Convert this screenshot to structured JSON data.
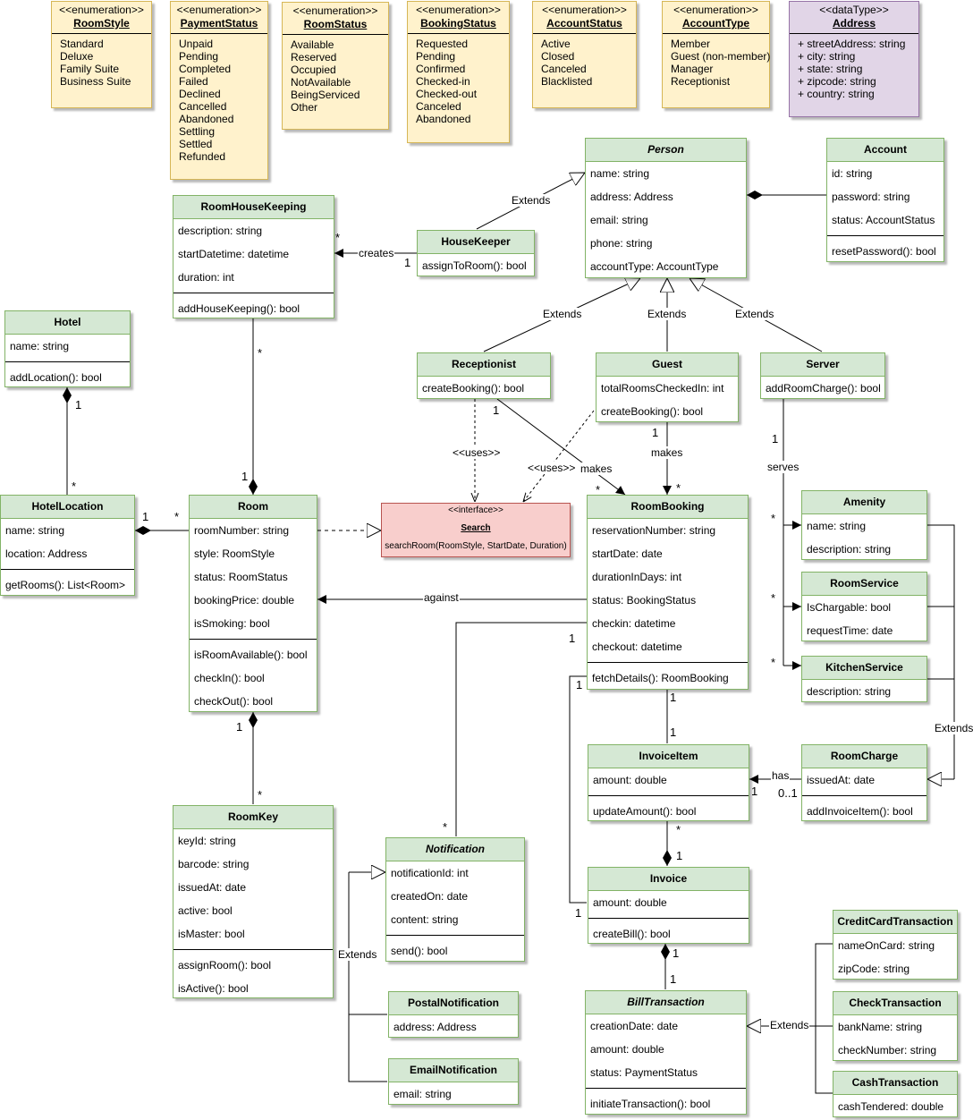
{
  "enumerations": [
    {
      "stereotype": "<<enumeration>>",
      "name": "RoomStyle",
      "values": [
        "Standard",
        "Deluxe",
        "Family Suite",
        "Business Suite"
      ]
    },
    {
      "stereotype": "<<enumeration>>",
      "name": "PaymentStatus",
      "values": [
        "Unpaid",
        "Pending",
        "Completed",
        "Failed",
        "Declined",
        "Cancelled",
        "Abandoned",
        "Settling",
        "Settled",
        "Refunded"
      ]
    },
    {
      "stereotype": "<<enumeration>>",
      "name": "RoomStatus",
      "values": [
        "Available",
        "Reserved",
        "Occupied",
        "NotAvailable",
        "BeingServiced",
        "Other"
      ]
    },
    {
      "stereotype": "<<enumeration>>",
      "name": "BookingStatus",
      "values": [
        "Requested",
        "Pending",
        "Confirmed",
        "Checked-in",
        "Checked-out",
        "Canceled",
        "Abandoned"
      ]
    },
    {
      "stereotype": "<<enumeration>>",
      "name": "AccountStatus",
      "values": [
        "Active",
        "Closed",
        "Canceled",
        "Blacklisted"
      ]
    },
    {
      "stereotype": "<<enumeration>>",
      "name": "AccountType",
      "values": [
        "Member",
        "Guest (non-member)",
        "Manager",
        "Receptionist"
      ]
    },
    {
      "stereotype": "<<dataType>>",
      "name": "Address",
      "values": [
        "+ streetAddress: string",
        "+ city: string",
        "+ state: string",
        "+ zipcode: string",
        "+ country: string"
      ]
    }
  ],
  "classes": {
    "person": {
      "name": "Person",
      "attrs": [
        "name: string",
        "address: Address",
        "email: string",
        "phone: string",
        "accountType: AccountType"
      ],
      "ops": []
    },
    "account": {
      "name": "Account",
      "attrs": [
        "id: string",
        "password: string",
        "status: AccountStatus"
      ],
      "ops": [
        "resetPassword(): bool"
      ]
    },
    "housekeeper": {
      "name": "HouseKeeper",
      "attrs": [],
      "ops": [
        "assignToRoom(): bool"
      ]
    },
    "roomhousekeeping": {
      "name": "RoomHouseKeeping",
      "attrs": [
        "description: string",
        "startDatetime: datetime",
        "duration: int"
      ],
      "ops": [
        "addHouseKeeping(): bool"
      ]
    },
    "hotel": {
      "name": "Hotel",
      "attrs": [
        "name: string"
      ],
      "ops": [
        "addLocation(): bool"
      ]
    },
    "hotellocation": {
      "name": "HotelLocation",
      "attrs": [
        "name: string",
        "location: Address"
      ],
      "ops": [
        "getRooms(): List<Room>"
      ]
    },
    "receptionist": {
      "name": "Receptionist",
      "attrs": [],
      "ops": [
        "createBooking(): bool"
      ]
    },
    "guest": {
      "name": "Guest",
      "attrs": [
        "totalRoomsCheckedIn: int",
        "createBooking(): bool"
      ],
      "ops": []
    },
    "server": {
      "name": "Server",
      "attrs": [],
      "ops": [
        "addRoomCharge(): bool"
      ]
    },
    "room": {
      "name": "Room",
      "attrs": [
        "roomNumber: string",
        "style: RoomStyle",
        "status: RoomStatus",
        "bookingPrice: double",
        "isSmoking: bool"
      ],
      "ops": [
        "isRoomAvailable(): bool",
        "checkIn(): bool",
        "checkOut(): bool"
      ]
    },
    "roombooking": {
      "name": "RoomBooking",
      "attrs": [
        "reservationNumber: string",
        "startDate: date",
        "durationInDays: int",
        "status: BookingStatus",
        "checkin: datetime",
        "checkout: datetime"
      ],
      "ops": [
        "fetchDetails(): RoomBooking"
      ]
    },
    "amenity": {
      "name": "Amenity",
      "attrs": [
        "name: string",
        "description: string"
      ],
      "ops": []
    },
    "roomservice": {
      "name": "RoomService",
      "attrs": [
        "IsChargable: bool",
        "requestTime: date"
      ],
      "ops": []
    },
    "kitchenservice": {
      "name": "KitchenService",
      "attrs": [
        "description: string"
      ],
      "ops": []
    },
    "roomcharge": {
      "name": "RoomCharge",
      "attrs": [
        "issuedAt: date"
      ],
      "ops": [
        "addInvoiceItem(): bool"
      ]
    },
    "invoiceitem": {
      "name": "InvoiceItem",
      "attrs": [
        "amount: double"
      ],
      "ops": [
        "updateAmount(): bool"
      ]
    },
    "invoice": {
      "name": "Invoice",
      "attrs": [
        "amount: double"
      ],
      "ops": [
        "createBill(): bool"
      ]
    },
    "roomkey": {
      "name": "RoomKey",
      "attrs": [
        "keyId: string",
        "barcode: string",
        "issuedAt: date",
        "active: bool",
        "isMaster: bool"
      ],
      "ops": [
        "assignRoom(): bool",
        "isActive(): bool"
      ]
    },
    "notification": {
      "name": "Notification",
      "attrs": [
        "notificationId: int",
        "createdOn: date",
        "content: string"
      ],
      "ops": [
        "send(): bool"
      ]
    },
    "postalnotification": {
      "name": "PostalNotification",
      "attrs": [
        "address: Address"
      ],
      "ops": []
    },
    "emailnotification": {
      "name": "EmailNotification",
      "attrs": [
        "email: string"
      ],
      "ops": []
    },
    "billtransaction": {
      "name": "BillTransaction",
      "attrs": [
        "creationDate: date",
        "amount: double",
        "status: PaymentStatus"
      ],
      "ops": [
        "initiateTransaction(): bool"
      ]
    },
    "creditcardtransaction": {
      "name": "CreditCardTransaction",
      "attrs": [
        "nameOnCard: string",
        "zipCode: string"
      ],
      "ops": []
    },
    "checktransaction": {
      "name": "CheckTransaction",
      "attrs": [
        "bankName: string",
        "checkNumber: string"
      ],
      "ops": []
    },
    "cashtransaction": {
      "name": "CashTransaction",
      "attrs": [
        "cashTendered: double"
      ],
      "ops": []
    }
  },
  "interface": {
    "stereotype": "<<interface>>",
    "name": "Search",
    "operation": "searchRoom(RoomStyle, StartDate, Duration)"
  },
  "labels": {
    "extends": "Extends",
    "creates": "creates",
    "uses": "<<uses>>",
    "makes": "makes",
    "against": "against",
    "serves": "serves",
    "has": "has",
    "star": "*",
    "one": "1",
    "zero_one": "0..1"
  },
  "colors": {
    "class_fill": "#d5e8d4",
    "class_stroke": "#82b366",
    "enum_fill": "#fff2cc",
    "enum_stroke": "#d6b656",
    "datatype_fill": "#e1d5e7",
    "datatype_stroke": "#9673a6",
    "interface_fill": "#f8cecc",
    "interface_stroke": "#b85450"
  }
}
